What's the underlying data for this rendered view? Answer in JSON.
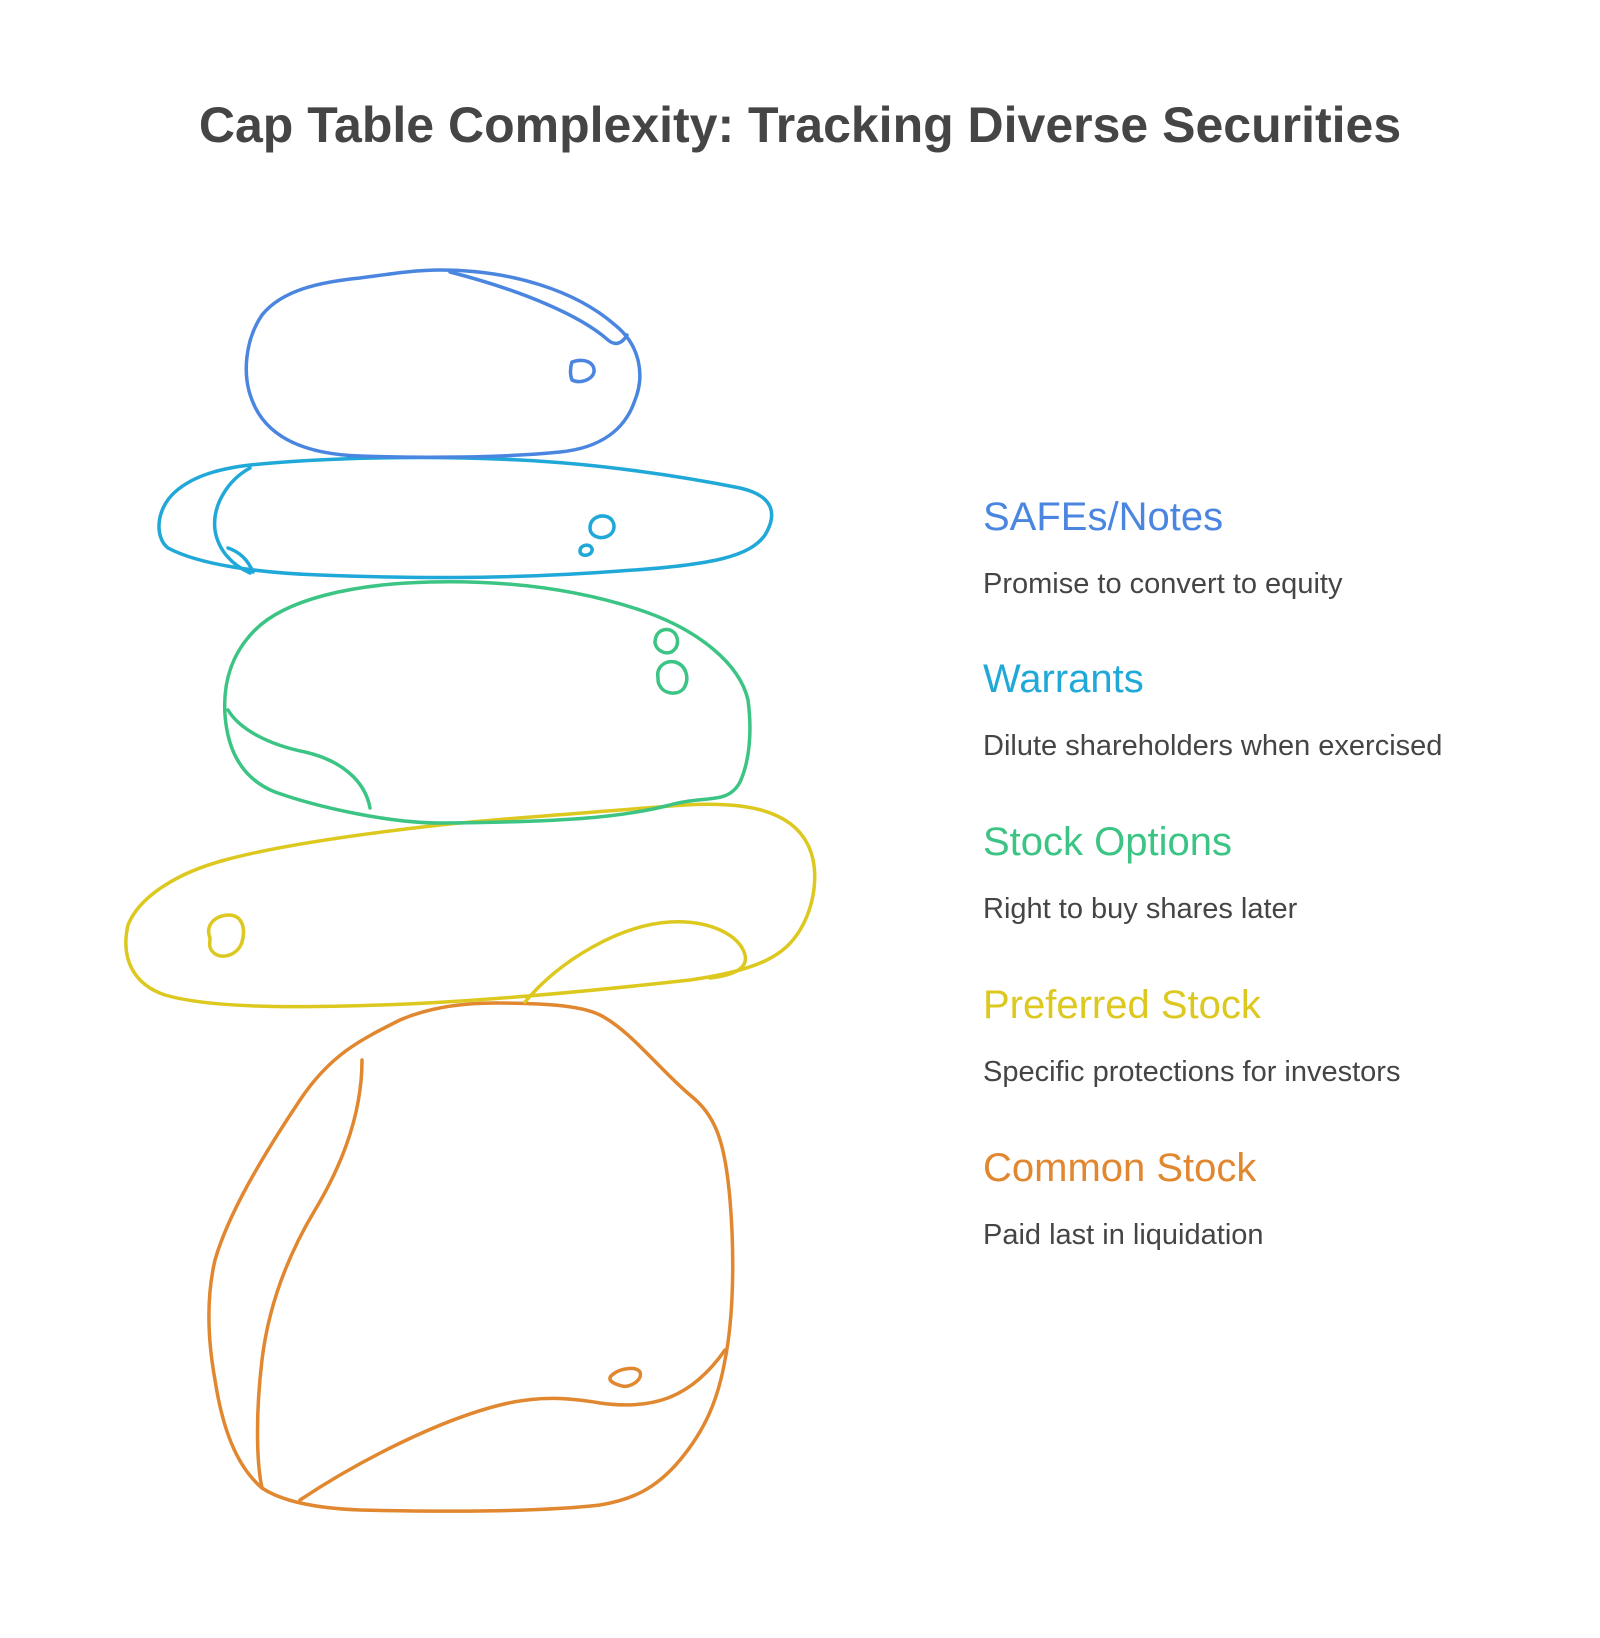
{
  "title": "Cap Table Complexity: Tracking Diverse Securities",
  "colors": {
    "safes": "#4a86e0",
    "warrants": "#1fa8d8",
    "options": "#3cc484",
    "preferred": "#dcc81e",
    "common": "#e0872f",
    "text": "#454545"
  },
  "items": [
    {
      "label": "SAFEs/Notes",
      "description": "Promise to convert to equity",
      "color": "#4a86e0",
      "icon": "stone-top"
    },
    {
      "label": "Warrants",
      "description": "Dilute shareholders when exercised",
      "color": "#1fa8d8",
      "icon": "stone-flat"
    },
    {
      "label": "Stock Options",
      "description": "Right to buy shares later",
      "color": "#3cc484",
      "icon": "stone-round"
    },
    {
      "label": "Preferred Stock",
      "description": "Specific protections for investors",
      "color": "#dcc81e",
      "icon": "stone-long"
    },
    {
      "label": "Common Stock",
      "description": "Paid last in liquidation",
      "color": "#e0872f",
      "icon": "stone-base"
    }
  ]
}
